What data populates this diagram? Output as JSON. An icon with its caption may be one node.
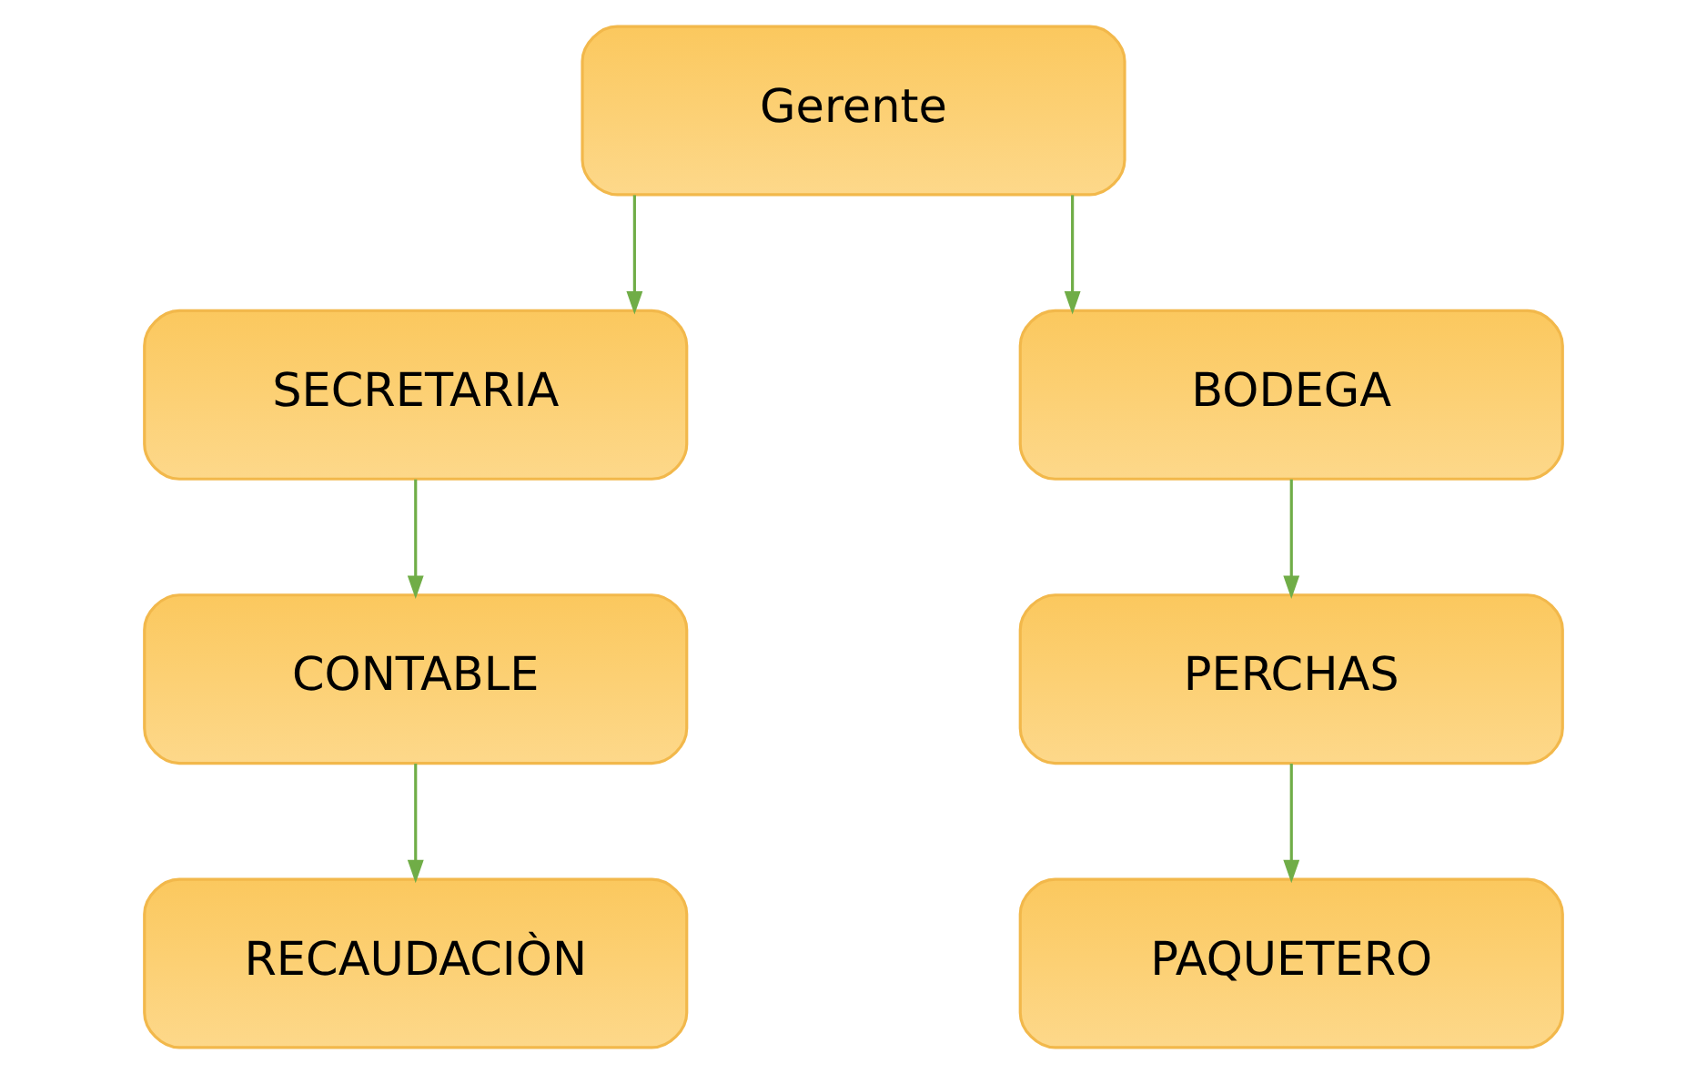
{
  "diagram": {
    "nodes": [
      {
        "text": [
          "Gerente"
        ]
      },
      {
        "text": [
          "SECRETARIA"
        ]
      },
      {
        "text": [
          "BODEGA"
        ]
      },
      {
        "text": [
          "CONTABLE"
        ]
      },
      {
        "text": [
          "PERCHAS"
        ]
      },
      {
        "text": [
          "RECAUDACIÒN"
        ]
      },
      {
        "text": [
          "PAQUETERO"
        ]
      }
    ],
    "edges": [
      {
        "from": 0,
        "to": 1,
        "arrow": "to"
      },
      {
        "from": 0,
        "to": 2,
        "arrow": "to"
      },
      {
        "from": 1,
        "to": 3,
        "arrow": "to"
      },
      {
        "from": 3,
        "to": 5,
        "arrow": "to"
      },
      {
        "from": 2,
        "to": 4,
        "arrow": "to"
      },
      {
        "from": 4,
        "to": 6,
        "arrow": "to"
      }
    ]
  }
}
